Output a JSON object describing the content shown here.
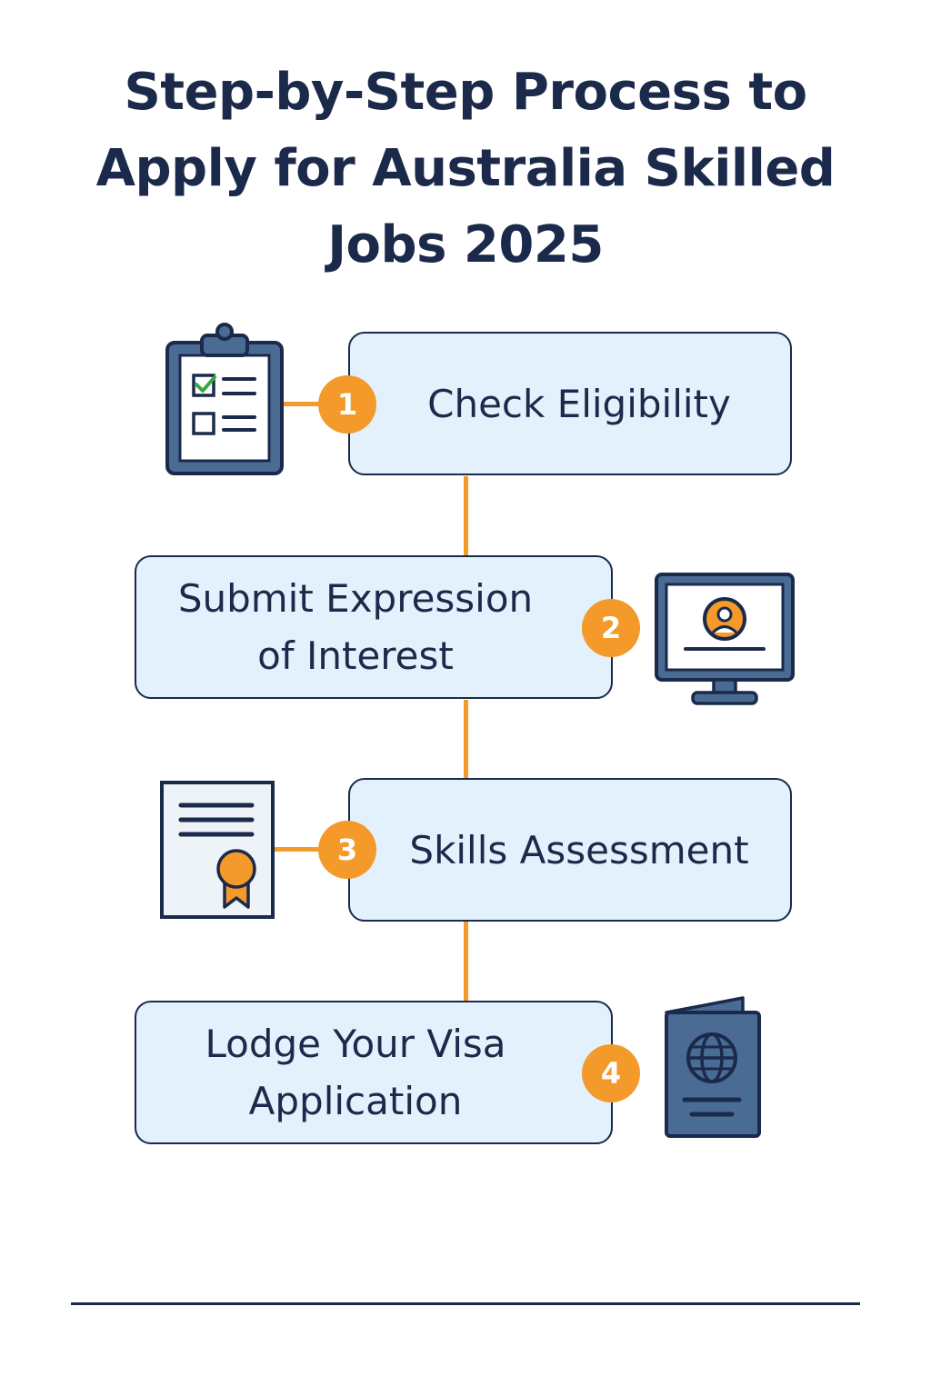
{
  "title": {
    "line1": "Step-by-Step Process to",
    "line2": "Apply for Australia Skilled",
    "line3": "Jobs 2025"
  },
  "steps": [
    {
      "number": "1",
      "label": "Check Eligibility",
      "icon": "clipboard-checklist-icon"
    },
    {
      "number": "2",
      "label_line1": "Submit Expression",
      "label_line2": "of Interest",
      "icon": "computer-monitor-profile-icon"
    },
    {
      "number": "3",
      "label": "Skills Assessment",
      "icon": "certificate-icon"
    },
    {
      "number": "4",
      "label_line1": "Lodge Your Visa",
      "label_line2": "Application",
      "icon": "passport-icon"
    }
  ],
  "colors": {
    "navy": "#1b2a4a",
    "orange": "#f39a2b",
    "box_fill": "#e3f1fd",
    "icon_blue": "#4a6b94",
    "check_green": "#3aa845"
  }
}
